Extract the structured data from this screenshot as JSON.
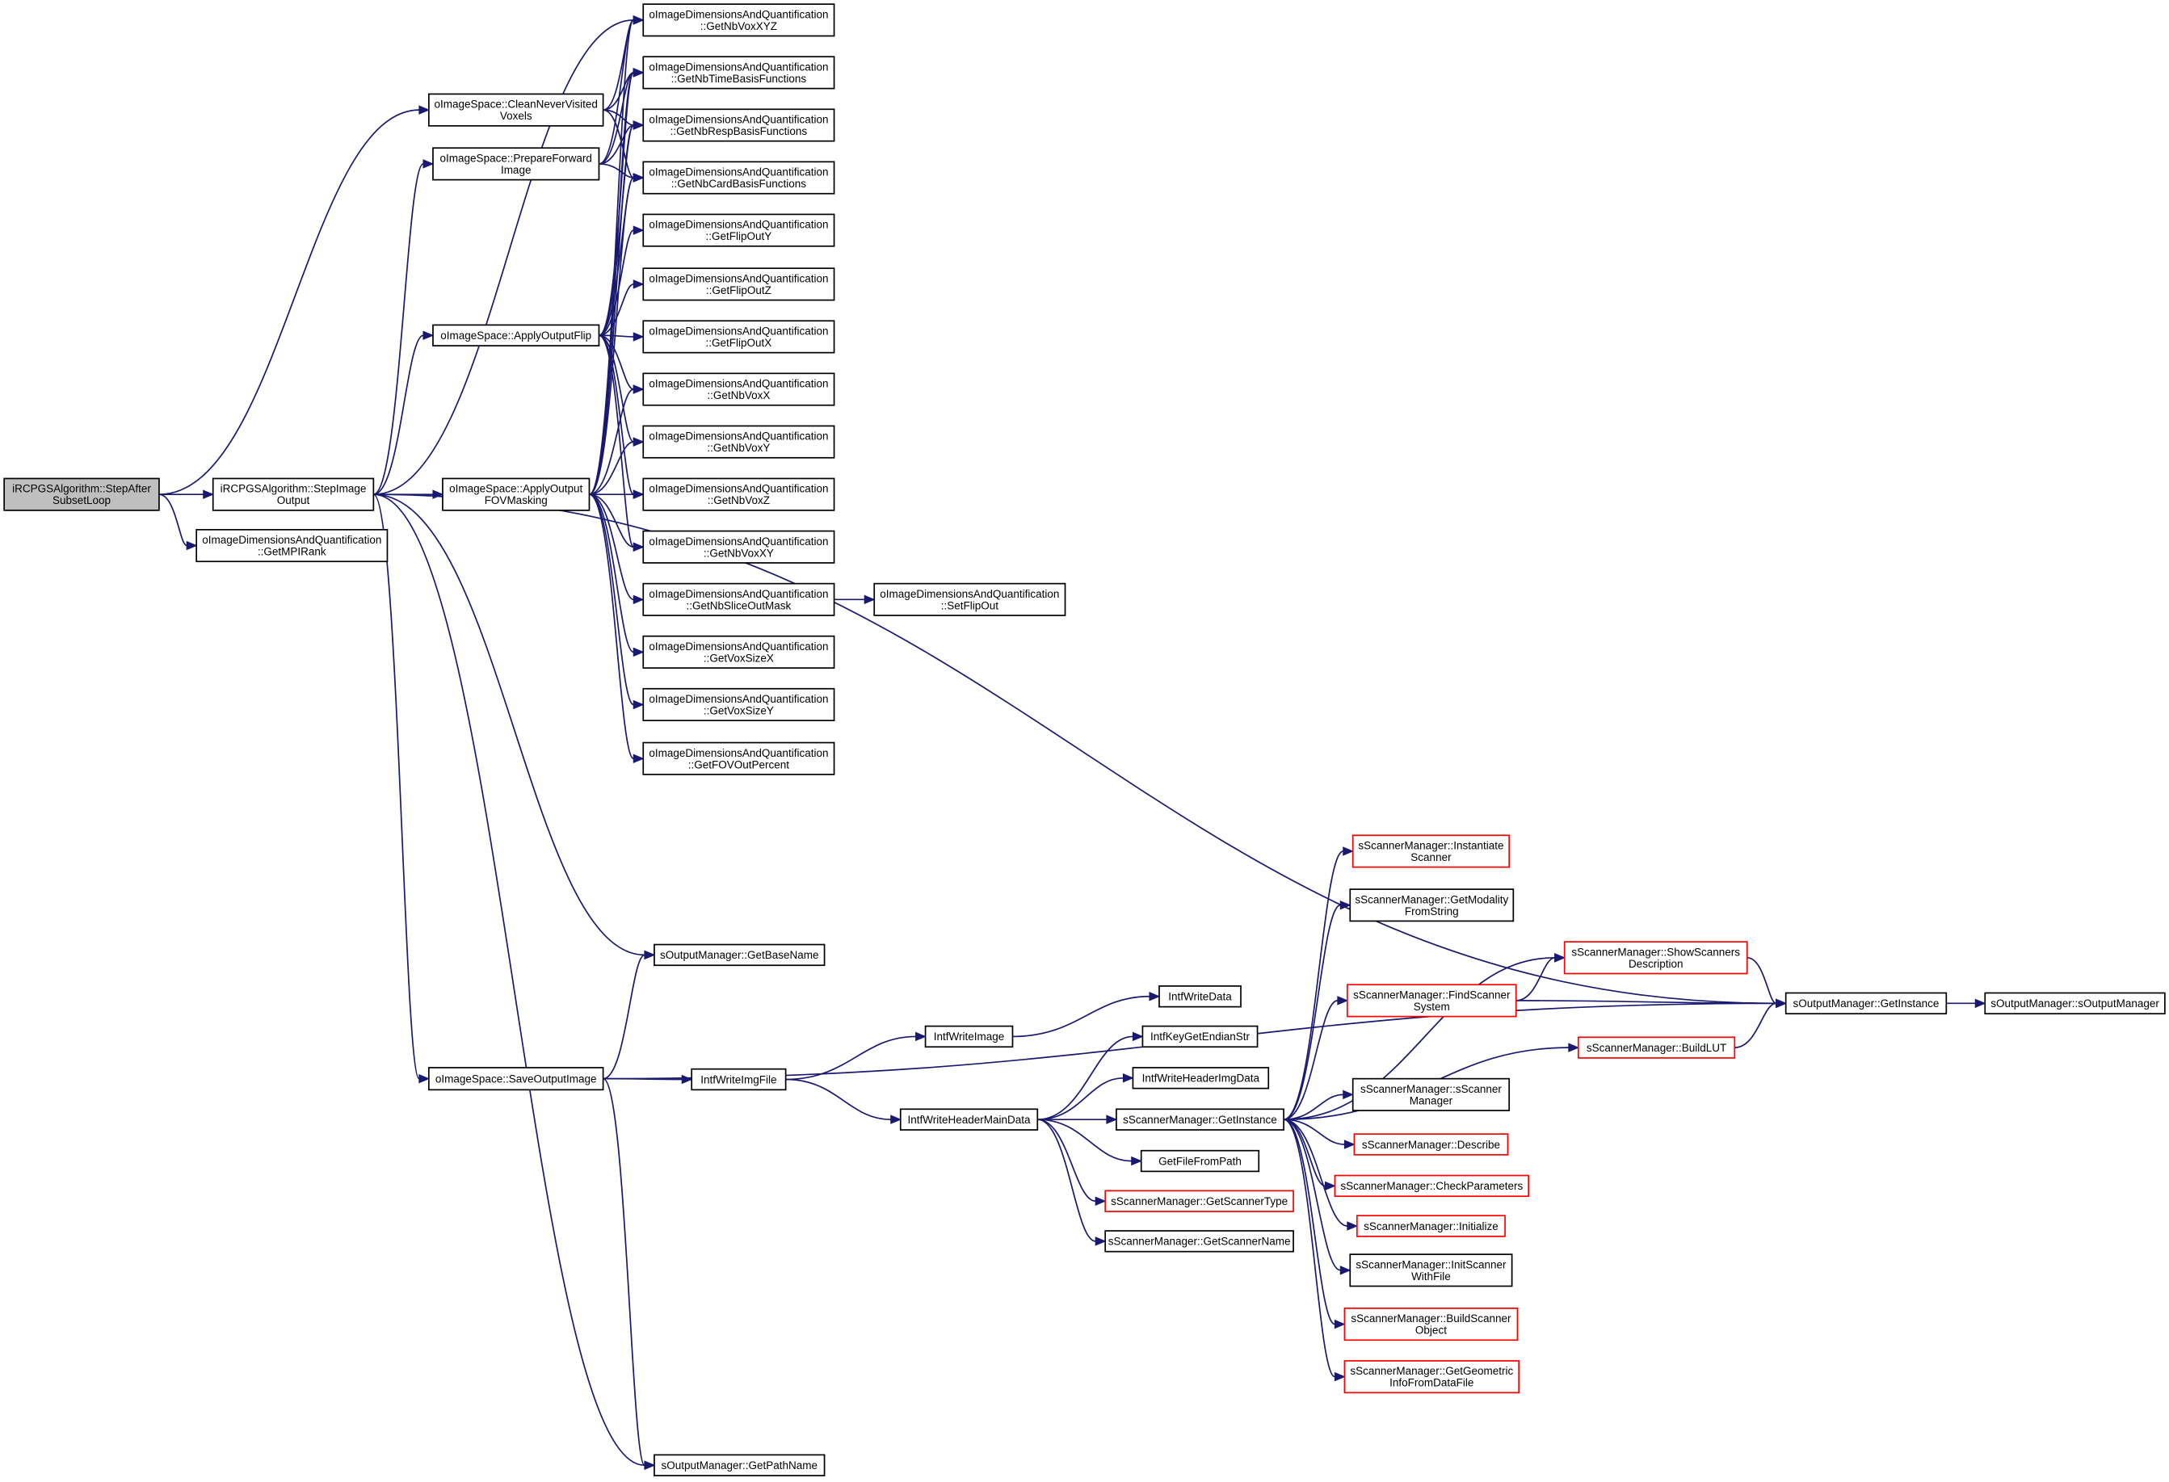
{
  "graph": {
    "nodes": [
      {
        "id": "stepAfterSubsetLoop",
        "lines": [
          "iRCPGSAlgorithm::StepAfter",
          "SubsetLoop"
        ],
        "current": true
      },
      {
        "id": "stepImageOutput",
        "lines": [
          "iRCPGSAlgorithm::StepImage",
          "Output"
        ]
      },
      {
        "id": "getMPIRank",
        "lines": [
          "oImageDimensionsAndQuantification",
          "::GetMPIRank"
        ]
      },
      {
        "id": "cleanNeverVisited",
        "lines": [
          "oImageSpace::CleanNeverVisited",
          "Voxels"
        ]
      },
      {
        "id": "prepareForward",
        "lines": [
          "oImageSpace::PrepareForward",
          "Image"
        ]
      },
      {
        "id": "applyOutputFlip",
        "lines": [
          "oImageSpace::ApplyOutputFlip"
        ]
      },
      {
        "id": "applyOutputFOV",
        "lines": [
          "oImageSpace::ApplyOutput",
          "FOVMasking"
        ]
      },
      {
        "id": "saveOutputImage",
        "lines": [
          "oImageSpace::SaveOutputImage"
        ]
      },
      {
        "id": "getNbVoxXYZ",
        "lines": [
          "oImageDimensionsAndQuantification",
          "::GetNbVoxXYZ"
        ]
      },
      {
        "id": "getNbTimeBasis",
        "lines": [
          "oImageDimensionsAndQuantification",
          "::GetNbTimeBasisFunctions"
        ]
      },
      {
        "id": "getNbRespBasis",
        "lines": [
          "oImageDimensionsAndQuantification",
          "::GetNbRespBasisFunctions"
        ]
      },
      {
        "id": "getNbCardBasis",
        "lines": [
          "oImageDimensionsAndQuantification",
          "::GetNbCardBasisFunctions"
        ]
      },
      {
        "id": "getFlipOutY",
        "lines": [
          "oImageDimensionsAndQuantification",
          "::GetFlipOutY"
        ]
      },
      {
        "id": "getFlipOutZ",
        "lines": [
          "oImageDimensionsAndQuantification",
          "::GetFlipOutZ"
        ]
      },
      {
        "id": "getFlipOutX",
        "lines": [
          "oImageDimensionsAndQuantification",
          "::GetFlipOutX"
        ]
      },
      {
        "id": "getNbVoxX",
        "lines": [
          "oImageDimensionsAndQuantification",
          "::GetNbVoxX"
        ]
      },
      {
        "id": "getNbVoxY",
        "lines": [
          "oImageDimensionsAndQuantification",
          "::GetNbVoxY"
        ]
      },
      {
        "id": "getNbVoxZ",
        "lines": [
          "oImageDimensionsAndQuantification",
          "::GetNbVoxZ"
        ]
      },
      {
        "id": "getNbVoxXY",
        "lines": [
          "oImageDimensionsAndQuantification",
          "::GetNbVoxXY"
        ]
      },
      {
        "id": "getNbSliceOutMask",
        "lines": [
          "oImageDimensionsAndQuantification",
          "::GetNbSliceOutMask"
        ]
      },
      {
        "id": "setFlipOut",
        "lines": [
          "oImageDimensionsAndQuantification",
          "::SetFlipOut"
        ]
      },
      {
        "id": "getVoxSizeX",
        "lines": [
          "oImageDimensionsAndQuantification",
          "::GetVoxSizeX"
        ]
      },
      {
        "id": "getVoxSizeY",
        "lines": [
          "oImageDimensionsAndQuantification",
          "::GetVoxSizeY"
        ]
      },
      {
        "id": "getFOVOutPercent",
        "lines": [
          "oImageDimensionsAndQuantification",
          "::GetFOVOutPercent"
        ]
      },
      {
        "id": "getBaseName",
        "lines": [
          "sOutputManager::GetBaseName"
        ]
      },
      {
        "id": "getPathName",
        "lines": [
          "sOutputManager::GetPathName"
        ]
      },
      {
        "id": "intfWriteImgFile",
        "lines": [
          "IntfWriteImgFile"
        ]
      },
      {
        "id": "intfWriteImage",
        "lines": [
          "IntfWriteImage"
        ]
      },
      {
        "id": "intfWriteData",
        "lines": [
          "IntfWriteData"
        ]
      },
      {
        "id": "intfWriteHeaderMainData",
        "lines": [
          "IntfWriteHeaderMainData"
        ]
      },
      {
        "id": "intfKeyGetEndianStr",
        "lines": [
          "IntfKeyGetEndianStr"
        ]
      },
      {
        "id": "intfWriteHeaderImgData",
        "lines": [
          "IntfWriteHeaderImgData"
        ]
      },
      {
        "id": "getFileFromPath",
        "lines": [
          "GetFileFromPath"
        ]
      },
      {
        "id": "getScannerType",
        "lines": [
          "sScannerManager::GetScannerType"
        ],
        "red": true
      },
      {
        "id": "getScannerName",
        "lines": [
          "sScannerManager::GetScannerName"
        ]
      },
      {
        "id": "scannerGetInstance",
        "lines": [
          "sScannerManager::GetInstance"
        ]
      },
      {
        "id": "instantiateScanner",
        "lines": [
          "sScannerManager::Instantiate",
          "Scanner"
        ],
        "red": true
      },
      {
        "id": "getModality",
        "lines": [
          "sScannerManager::GetModality",
          "FromString"
        ]
      },
      {
        "id": "findScannerSystem",
        "lines": [
          "sScannerManager::FindScanner",
          "System"
        ],
        "red": true
      },
      {
        "id": "sScannerManagerCtor",
        "lines": [
          "sScannerManager::sScanner",
          "Manager"
        ]
      },
      {
        "id": "describe",
        "lines": [
          "sScannerManager::Describe"
        ],
        "red": true
      },
      {
        "id": "checkParameters",
        "lines": [
          "sScannerManager::CheckParameters"
        ],
        "red": true
      },
      {
        "id": "initialize",
        "lines": [
          "sScannerManager::Initialize"
        ],
        "red": true
      },
      {
        "id": "initScannerWithFile",
        "lines": [
          "sScannerManager::InitScanner",
          "WithFile"
        ]
      },
      {
        "id": "buildScannerObject",
        "lines": [
          "sScannerManager::BuildScanner",
          "Object"
        ],
        "red": true
      },
      {
        "id": "getGeometricInfo",
        "lines": [
          "sScannerManager::GetGeometric",
          "InfoFromDataFile"
        ],
        "red": true
      },
      {
        "id": "showScannersDescription",
        "lines": [
          "sScannerManager::ShowScanners",
          "Description"
        ],
        "red": true
      },
      {
        "id": "buildLUT",
        "lines": [
          "sScannerManager::BuildLUT"
        ],
        "red": true
      },
      {
        "id": "outputGetInstance",
        "lines": [
          "sOutputManager::GetInstance"
        ]
      },
      {
        "id": "sOutputManagerCtor",
        "lines": [
          "sOutputManager::sOutputManager"
        ]
      }
    ],
    "edges": [
      [
        "stepAfterSubsetLoop",
        "stepImageOutput"
      ],
      [
        "stepAfterSubsetLoop",
        "getMPIRank"
      ],
      [
        "stepAfterSubsetLoop",
        "cleanNeverVisited"
      ],
      [
        "stepImageOutput",
        "prepareForward"
      ],
      [
        "stepImageOutput",
        "applyOutputFlip"
      ],
      [
        "stepImageOutput",
        "applyOutputFOV"
      ],
      [
        "stepImageOutput",
        "getNbVoxXYZ"
      ],
      [
        "stepImageOutput",
        "getBaseName"
      ],
      [
        "stepImageOutput",
        "saveOutputImage"
      ],
      [
        "stepImageOutput",
        "getPathName"
      ],
      [
        "stepImageOutput",
        "outputGetInstance"
      ],
      [
        "cleanNeverVisited",
        "getNbVoxXYZ"
      ],
      [
        "cleanNeverVisited",
        "getNbTimeBasis"
      ],
      [
        "cleanNeverVisited",
        "getNbRespBasis"
      ],
      [
        "cleanNeverVisited",
        "getNbCardBasis"
      ],
      [
        "prepareForward",
        "getNbVoxXYZ"
      ],
      [
        "prepareForward",
        "getNbTimeBasis"
      ],
      [
        "prepareForward",
        "getNbRespBasis"
      ],
      [
        "prepareForward",
        "getNbCardBasis"
      ],
      [
        "applyOutputFlip",
        "getNbTimeBasis"
      ],
      [
        "applyOutputFlip",
        "getNbRespBasis"
      ],
      [
        "applyOutputFlip",
        "getNbCardBasis"
      ],
      [
        "applyOutputFlip",
        "getFlipOutY"
      ],
      [
        "applyOutputFlip",
        "getFlipOutZ"
      ],
      [
        "applyOutputFlip",
        "getFlipOutX"
      ],
      [
        "applyOutputFlip",
        "getNbVoxX"
      ],
      [
        "applyOutputFlip",
        "getNbVoxY"
      ],
      [
        "applyOutputFlip",
        "getNbVoxZ"
      ],
      [
        "applyOutputFlip",
        "getNbVoxXY"
      ],
      [
        "applyOutputFOV",
        "getNbVoxXYZ"
      ],
      [
        "applyOutputFOV",
        "getNbTimeBasis"
      ],
      [
        "applyOutputFOV",
        "getNbRespBasis"
      ],
      [
        "applyOutputFOV",
        "getNbCardBasis"
      ],
      [
        "applyOutputFOV",
        "getNbVoxX"
      ],
      [
        "applyOutputFOV",
        "getNbVoxY"
      ],
      [
        "applyOutputFOV",
        "getNbVoxZ"
      ],
      [
        "applyOutputFOV",
        "getNbVoxXY"
      ],
      [
        "applyOutputFOV",
        "getNbSliceOutMask"
      ],
      [
        "applyOutputFOV",
        "getVoxSizeX"
      ],
      [
        "applyOutputFOV",
        "getVoxSizeY"
      ],
      [
        "applyOutputFOV",
        "getFOVOutPercent"
      ],
      [
        "getNbSliceOutMask",
        "setFlipOut"
      ],
      [
        "saveOutputImage",
        "getBaseName"
      ],
      [
        "saveOutputImage",
        "intfWriteImgFile"
      ],
      [
        "saveOutputImage",
        "getPathName"
      ],
      [
        "saveOutputImage",
        "outputGetInstance"
      ],
      [
        "intfWriteImgFile",
        "intfWriteImage"
      ],
      [
        "intfWriteImgFile",
        "intfWriteHeaderMainData"
      ],
      [
        "intfWriteImage",
        "intfWriteData"
      ],
      [
        "intfWriteHeaderMainData",
        "intfKeyGetEndianStr"
      ],
      [
        "intfWriteHeaderMainData",
        "intfWriteHeaderImgData"
      ],
      [
        "intfWriteHeaderMainData",
        "scannerGetInstance"
      ],
      [
        "intfWriteHeaderMainData",
        "getFileFromPath"
      ],
      [
        "intfWriteHeaderMainData",
        "getScannerType"
      ],
      [
        "intfWriteHeaderMainData",
        "getScannerName"
      ],
      [
        "scannerGetInstance",
        "instantiateScanner"
      ],
      [
        "scannerGetInstance",
        "getModality"
      ],
      [
        "scannerGetInstance",
        "showScannersDescription"
      ],
      [
        "scannerGetInstance",
        "findScannerSystem"
      ],
      [
        "scannerGetInstance",
        "buildLUT"
      ],
      [
        "scannerGetInstance",
        "sScannerManagerCtor"
      ],
      [
        "scannerGetInstance",
        "describe"
      ],
      [
        "scannerGetInstance",
        "checkParameters"
      ],
      [
        "scannerGetInstance",
        "initialize"
      ],
      [
        "scannerGetInstance",
        "initScannerWithFile"
      ],
      [
        "scannerGetInstance",
        "buildScannerObject"
      ],
      [
        "scannerGetInstance",
        "getGeometricInfo"
      ],
      [
        "findScannerSystem",
        "showScannersDescription"
      ],
      [
        "findScannerSystem",
        "outputGetInstance"
      ],
      [
        "showScannersDescription",
        "outputGetInstance"
      ],
      [
        "buildLUT",
        "outputGetInstance"
      ],
      [
        "outputGetInstance",
        "sOutputManagerCtor"
      ]
    ]
  }
}
